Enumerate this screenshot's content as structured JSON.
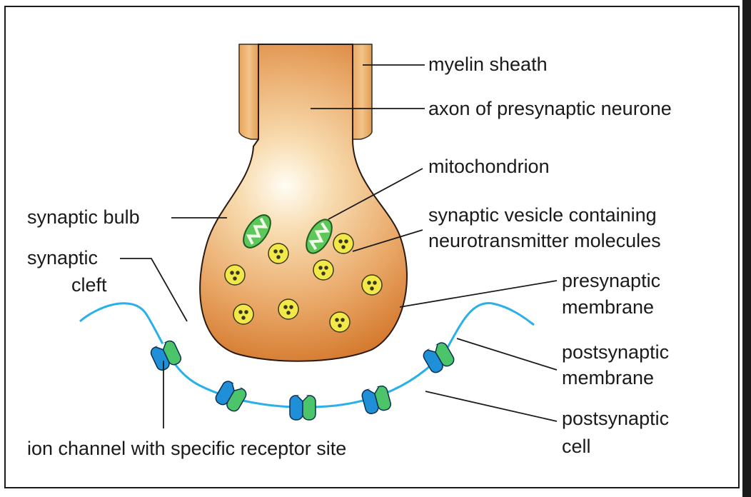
{
  "labels": {
    "myelin_sheath": "myelin sheath",
    "axon": "axon of presynaptic neurone",
    "mitochondrion": "mitochondrion",
    "synaptic_vesicle_line1": "synaptic vesicle containing",
    "synaptic_vesicle_line2": "neurotransmitter molecules",
    "synaptic_bulb": "synaptic bulb",
    "synaptic_cleft_line1": "synaptic",
    "synaptic_cleft_line2": "cleft",
    "presynaptic_membrane_line1": "presynaptic",
    "presynaptic_membrane_line2": "membrane",
    "postsynaptic_membrane_line1": "postsynaptic",
    "postsynaptic_membrane_line2": "membrane",
    "postsynaptic_cell_line1": "postsynaptic",
    "postsynaptic_cell_line2": "cell",
    "ion_channel": "ion channel with specific receptor site"
  },
  "colors": {
    "bulb_light": "#fff6e0",
    "bulb_dark": "#d8792a",
    "myelin": "#e8a860",
    "membrane": "#2ab0e8",
    "channel_blue": "#1f8fd8",
    "channel_green": "#4cc46a",
    "vesicle": "#f2e84a",
    "mitochondrion": "#5cc85a"
  }
}
